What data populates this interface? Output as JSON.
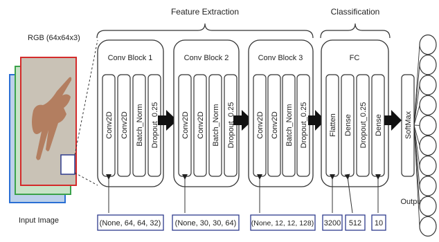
{
  "titles": {
    "feature_extraction": "Feature Extraction",
    "classification": "Classification"
  },
  "input": {
    "rgb_label": "RGB (64x64x3)",
    "caption": "Input Image"
  },
  "blocks": [
    {
      "title": "Conv Block 1",
      "layers": [
        "Conv2D",
        "Conv2D",
        "Batch_Norm",
        "Dropout_0.25"
      ],
      "shape": "(None, 64, 64, 32)"
    },
    {
      "title": "Conv Block 2",
      "layers": [
        "Conv2D",
        "Conv2D",
        "Batch_Norm",
        "Dropout_0.25"
      ],
      "shape": "(None, 30, 30, 64)"
    },
    {
      "title": "Conv Block 3",
      "layers": [
        "Conv2D",
        "Conv2D",
        "Batch_Norm",
        "Dropout_0.25"
      ],
      "shape": "(None, 12, 12, 128)"
    }
  ],
  "fc": {
    "title": "FC",
    "layers": [
      "Flatten",
      "Dense",
      "Dropout_0.25",
      "Dense"
    ],
    "sizes": [
      "3200",
      "512",
      "10"
    ]
  },
  "output": {
    "softmax": "SoftMax",
    "label": "Output",
    "node_count": 10
  },
  "colors": {
    "frame_red": "#d42a2a",
    "frame_green": "#3aa24a",
    "frame_blue": "#2a6fd4",
    "shape_box": "#2d3a8c",
    "photo_bg": "#c9c2b6",
    "skin": "#b27a5c"
  }
}
